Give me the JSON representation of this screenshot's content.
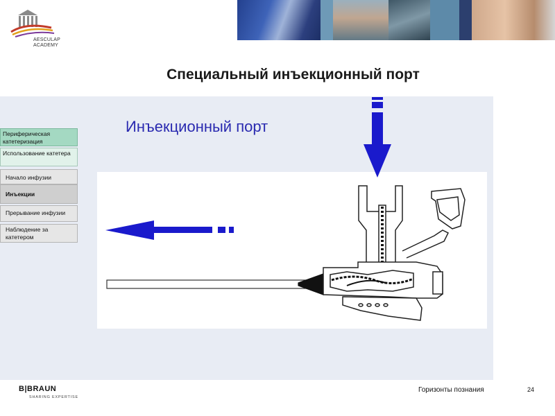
{
  "header": {
    "logo_line1": "AESCULAP",
    "logo_line2": "ACADEMY",
    "title": "Специальный инъекционный порт"
  },
  "content": {
    "subtitle": "Инъекционный порт"
  },
  "nav": {
    "items": [
      {
        "label": "Периферическая катетеризация"
      },
      {
        "label": "Использование катетера"
      },
      {
        "label": "Начало инфузии"
      },
      {
        "label": "Инъекции"
      },
      {
        "label": "Прерывание инфузии"
      },
      {
        "label": "Наблюдение за катетером"
      }
    ]
  },
  "footer": {
    "brand": "B|BRAUN",
    "tagline": "SHARING EXPERTISE",
    "section": "Горизонты познания",
    "page": "24"
  },
  "colors": {
    "accent_blue": "#1a1acc",
    "nav_active": "#a4d9c2",
    "panel_bg": "#e8ecf4"
  },
  "icons": [
    "academy-logo-icon",
    "down-arrow-icon",
    "left-arrow-icon"
  ]
}
